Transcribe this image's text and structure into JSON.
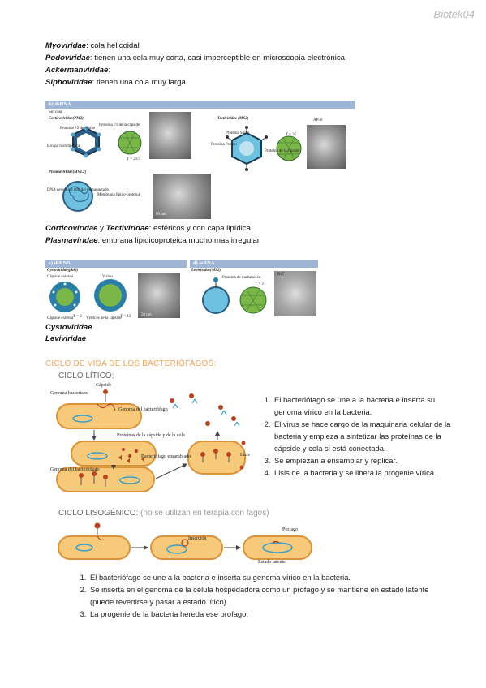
{
  "header": {
    "watermark": "Biotek04"
  },
  "families": [
    {
      "name": "Myoviridae",
      "desc": ": cola helicoidal"
    },
    {
      "name": "Podoviridae",
      "desc": ": tienen una cola muy corta, casi imperceptible en microscopía electrónica"
    },
    {
      "name": "Ackermanviridae",
      "desc": ":"
    },
    {
      "name": "Siphoviridae",
      "desc": ": tienen una cola muy larga"
    }
  ],
  "fig_dsdna": {
    "header": "b) dsDNA",
    "sublabel": "Sin cola",
    "cortico": "Corticoviridae(PM2)",
    "tecti": "Tectiviridae (MS2)",
    "plasma": "Plasmaviridae(MVL2)",
    "labels": {
      "p2": "Proteína P2 del Spike",
      "p1": "Proteína P1 de la cápside",
      "bicapa": "Bicapa fosfolipídica",
      "t21": "T = 21/4",
      "spike": "Proteína Spike",
      "penton": "Proteína Pentón",
      "capsid": "Proteína de la cápside",
      "t25": "T = 25",
      "ap50": "AP50",
      "dna": "DNA genómico circular empaquetado",
      "membrana": "Membrana lípido-proteica",
      "scale": "50 nm"
    }
  },
  "caption_dsdna": [
    {
      "name": "Corticoviridae",
      "mid": " y ",
      "name2": "Tectiviridae",
      "desc": ": esféricos y con capa lipídica"
    },
    {
      "name": "Plasmaviridae",
      "desc": ": embrana lipidicoproteica mucho mas irregular"
    }
  ],
  "fig_rna": {
    "ds_header": "c) dsRNA",
    "ss_header": "d) ssRNA",
    "cysto": "Cystoviridae(phi6)",
    "levi": "Leviviridae(MS2)",
    "labels": {
      "capside_externa": "Cápside externa",
      "virion": "Virión",
      "t2": "T = 2",
      "t13": "T = 13",
      "capside_ext2": "Cápside externa",
      "vertices": "Vértices de la cápside",
      "maduracion": "Proteína de maduración",
      "t3": "T = 3",
      "r17": "R17",
      "scale": "50 nm"
    }
  },
  "caption_rna": [
    "Cystoviridae",
    "Leviviridae"
  ],
  "section_title": "CICLO DE VIDA DE LOS BACTERIÓFAGOS:",
  "litico": {
    "title": "CICLO LÍTICO:",
    "labels": {
      "capside": "Cápside",
      "genoma_bacteriano": "Genoma bacteriano",
      "genoma_bacteriofago": "Genoma del bacteriófago",
      "proteinas": "Proteínas de la cápside y de la cola",
      "ensamblado": "Bacteriófago ensamblado",
      "genoma_bacteriofago2": "Genoma del bacteriófago",
      "lisis": "Lisis"
    },
    "steps": [
      "El bacteriófago se une a la bacteria e inserta su genoma vírico en la bacteria.",
      "El virus se hace cargo de la maquinaria celular de la bacteria y empieza a sintetizar las proteínas de la cápside y cola si está conectada.",
      "Se empiezan a ensamblar y replicar.",
      "Lisis de la bacteria y se libera la progenie vírica."
    ]
  },
  "lisogenico": {
    "title": "CICLO LISOGÉNICO:",
    "note": " (no se utilizan en terapia con fagos)",
    "labels": {
      "insercion": "Inserción",
      "profago": "Profago",
      "latente": "Estado latente"
    },
    "steps": [
      "El bacteriófago se une a la bacteria e inserta su genoma vírico en la bacteria.",
      "Se inserta en el genoma de la célula hospedadora como un profago y se mantiene en estado latente (puede revertirse y pasar a estado lítico).",
      "La progenie de la bacteria hereda ese profago."
    ]
  },
  "colors": {
    "accent": "#f0a35b",
    "cell": "#f7c97a",
    "cell_border": "#d9943b",
    "genome": "#3aa0c8",
    "virus": "#b5441f",
    "header": "#9eb5d6"
  }
}
